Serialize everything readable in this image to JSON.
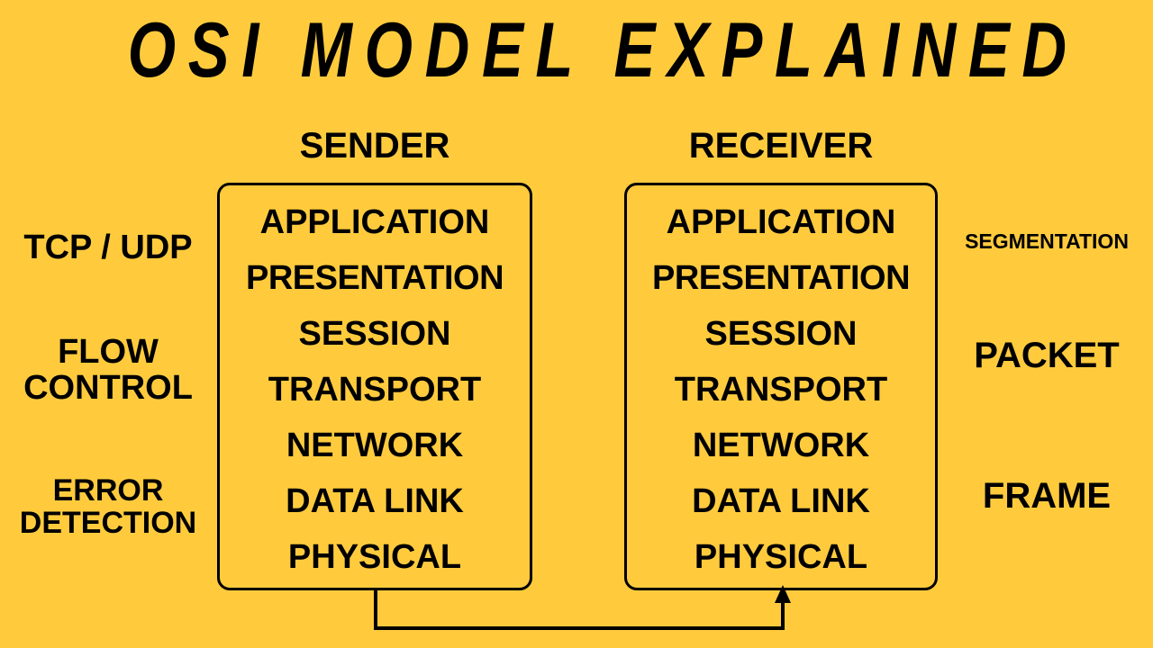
{
  "title": "OSI MODEL EXPLAINED",
  "theme": {
    "background": "#FFCB3D",
    "ink": "#000000"
  },
  "columns": {
    "sender": {
      "header": "SENDER",
      "layers": [
        "APPLICATION",
        "PRESENTATION",
        "SESSION",
        "TRANSPORT",
        "NETWORK",
        "DATA LINK",
        "PHYSICAL"
      ]
    },
    "receiver": {
      "header": "RECEIVER",
      "layers": [
        "APPLICATION",
        "PRESENTATION",
        "SESSION",
        "TRANSPORT",
        "NETWORK",
        "DATA LINK",
        "PHYSICAL"
      ]
    }
  },
  "left_labels": [
    {
      "id": "tcp-udp",
      "lines": [
        "TCP / UDP"
      ]
    },
    {
      "id": "flow-control",
      "lines": [
        "FLOW",
        "CONTROL"
      ]
    },
    {
      "id": "error-detection",
      "lines": [
        "ERROR",
        "DETECTION"
      ]
    }
  ],
  "right_labels": [
    {
      "id": "segmentation",
      "lines": [
        "SEGMENTATION"
      ]
    },
    {
      "id": "packet",
      "lines": [
        "PACKET"
      ]
    },
    {
      "id": "frame",
      "lines": [
        "FRAME"
      ]
    }
  ],
  "connector": {
    "direction": "sender-to-receiver",
    "arrowhead": "up"
  }
}
